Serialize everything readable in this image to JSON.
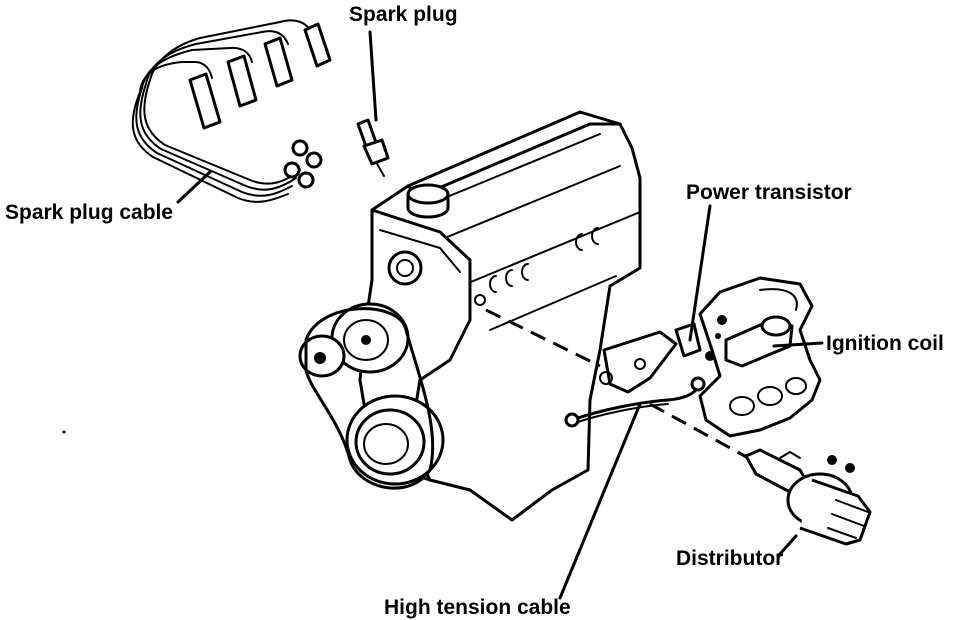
{
  "labels": {
    "spark_plug": "Spark plug",
    "spark_plug_cable": "Spark plug cable",
    "power_transistor": "Power transistor",
    "ignition_coil": "Ignition coil",
    "distributor": "Distributor",
    "high_tension_cable": "High tension cable"
  },
  "colors": {
    "ink": "#000000",
    "paper": "#ffffff"
  }
}
